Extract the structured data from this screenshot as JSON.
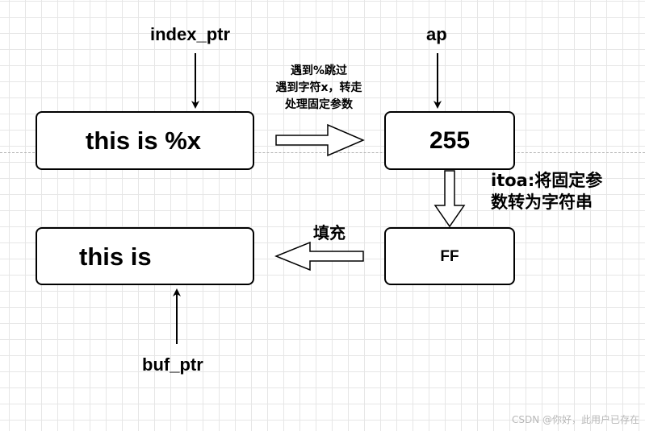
{
  "labels": {
    "index_ptr": "index_ptr",
    "ap": "ap",
    "buf_ptr": "buf_ptr"
  },
  "boxes": {
    "format_string": "this is %x",
    "arg_value": "255",
    "hex_string": "FF",
    "buffer": "this is"
  },
  "arrows": {
    "skip_note_lines": [
      "遇到%跳过",
      "遇到字符x，转走",
      "处理固定参数"
    ],
    "itoa_note_lines": [
      "itoa:将固定参",
      "数转为字符串"
    ],
    "fill_note": "填充"
  },
  "watermark": "CSDN @你好，此用户已存在"
}
